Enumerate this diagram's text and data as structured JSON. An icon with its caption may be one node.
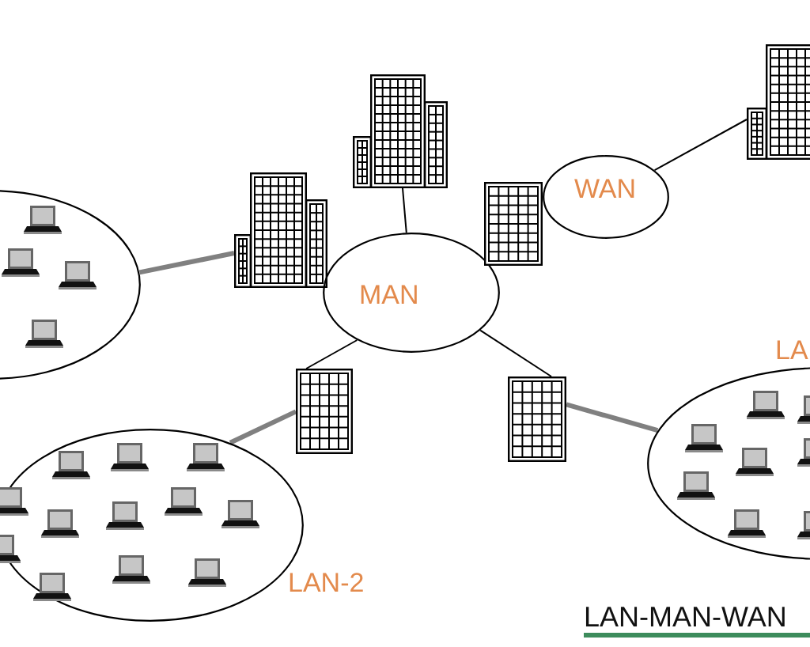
{
  "diagram": {
    "caption": "LAN-MAN-WAN",
    "nodes": [
      {
        "text": [],
        "shape": "ellipse"
      },
      {
        "text": [],
        "shape": "building"
      },
      {
        "text": [
          "MAN"
        ]
      },
      {
        "text": [],
        "shape": "building"
      },
      {
        "text": [],
        "shape": "building"
      },
      {
        "text": [
          "WAN"
        ]
      },
      {
        "text": [],
        "shape": "building"
      },
      {
        "text": [],
        "shape": "building"
      },
      {
        "text": [],
        "shape": "ellipse",
        "beside": [
          "LAN-2"
        ]
      },
      {
        "text": [],
        "shape": "building"
      },
      {
        "text": [],
        "shape": "ellipse",
        "beside": [
          "LA"
        ]
      }
    ],
    "edges": [
      {
        "from": 0,
        "to": 1,
        "arrow": "none",
        "style": "thick",
        "color": "#808080"
      },
      {
        "from": 3,
        "to": 2,
        "arrow": "none"
      },
      {
        "from": 5,
        "to": 6,
        "arrow": "none"
      },
      {
        "from": 2,
        "to": 7,
        "arrow": "none"
      },
      {
        "from": 7,
        "to": 8,
        "arrow": "none",
        "style": "thick",
        "color": "#808080"
      },
      {
        "from": 2,
        "to": 9,
        "arrow": "none"
      },
      {
        "from": 9,
        "to": 10,
        "arrow": "none",
        "style": "thick",
        "color": "#808080"
      }
    ]
  }
}
